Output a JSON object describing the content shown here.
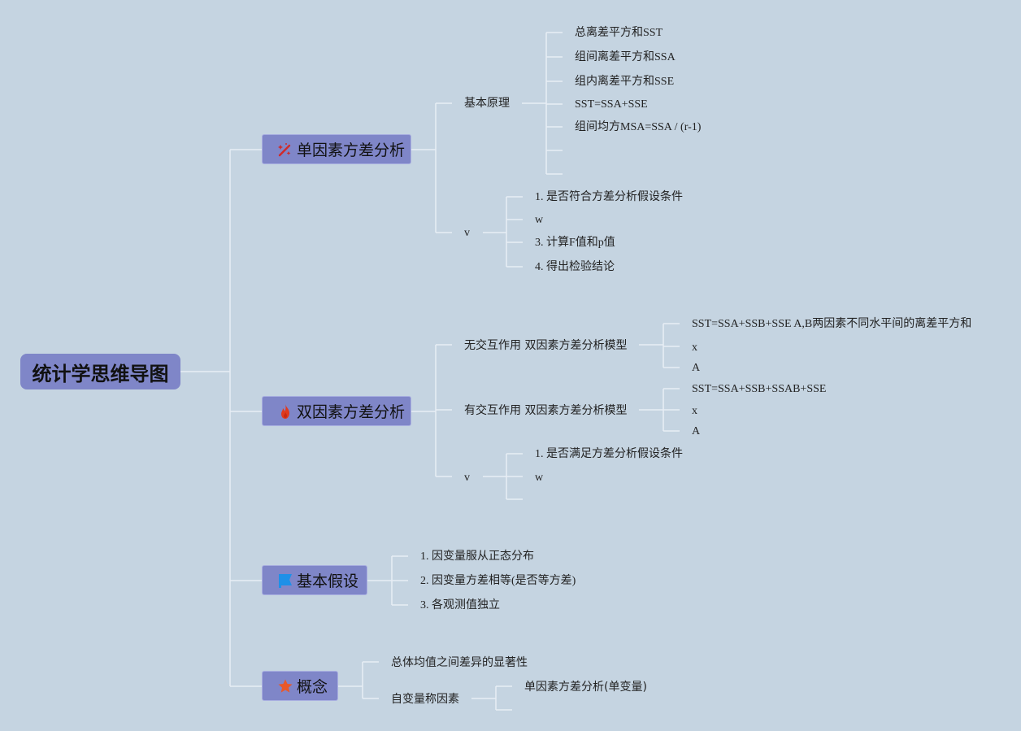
{
  "root": {
    "title": "统计学思维导图"
  },
  "branches": {
    "one_way": {
      "title": "单因素方差分析",
      "icon": "magic-wand-icon",
      "principle": {
        "label": "基本原理",
        "items": [
          "总离差平方和SST",
          "组间离差平方和SSA",
          "组内离差平方和SSE",
          "SST=SSA+SSE",
          "组间均方MSA=SSA / (r-1)",
          "",
          ""
        ]
      },
      "steps": {
        "label": "v",
        "items": [
          "1. 是否符合方差分析假设条件",
          "w",
          "3. 计算F值和p值",
          "4. 得出检验结论"
        ]
      }
    },
    "two_way": {
      "title": "双因素方差分析",
      "icon": "fire-icon",
      "no_interaction": {
        "label": "无交互作用 双因素方差分析模型",
        "items": [
          "SST=SSA+SSB+SSE A,B两因素不同水平间的离差平方和",
          "x",
          "A"
        ]
      },
      "interaction": {
        "label": "有交互作用 双因素方差分析模型",
        "items": [
          "SST=SSA+SSB+SSAB+SSE",
          "x",
          "A"
        ]
      },
      "steps": {
        "label": "v",
        "items": [
          "1. 是否满足方差分析假设条件",
          "w",
          ""
        ]
      }
    },
    "assumptions": {
      "title": "基本假设",
      "icon": "flag-icon",
      "items": [
        "1. 因变量服从正态分布",
        "2. 因变量方差相等(是否等方差)",
        "3. 各观测值独立"
      ]
    },
    "concepts": {
      "title": "概念",
      "icon": "star-icon",
      "item1": "总体均值之间差异的显著性",
      "item2": {
        "label": "自变量称因素",
        "items": [
          "单因素方差分析(单变量)",
          ""
        ]
      }
    }
  },
  "colors": {
    "background": "#c5d4e1",
    "topic_fill": "#7f86c8",
    "connector": "#e8eef5",
    "wand": "#d02a2a",
    "fire": "#e03a1e",
    "flag": "#1e90e8",
    "star": "#e8582a"
  }
}
